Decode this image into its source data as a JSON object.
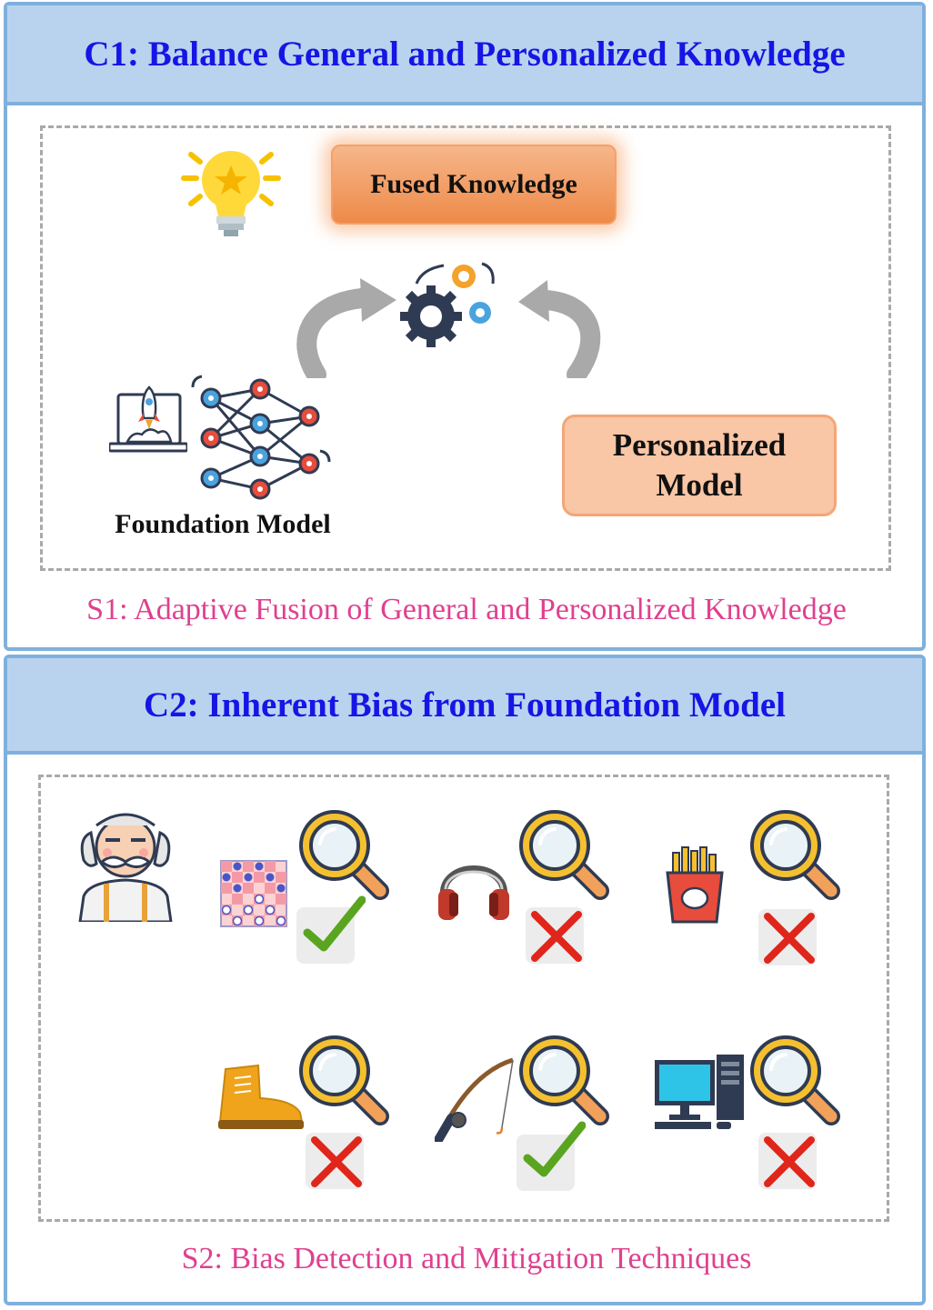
{
  "c1": {
    "title": "C1: Balance General and Personalized Knowledge",
    "fused_label": "Fused Knowledge",
    "personalized_line1": "Personalized",
    "personalized_line2": "Model",
    "foundation_label": "Foundation Model",
    "solution": "S1: Adaptive Fusion of General and Personalized Knowledge"
  },
  "c2": {
    "title": "C2: Inherent Bias from Foundation Model",
    "solution": "S2: Bias Detection and Mitigation Techniques",
    "items": [
      {
        "icon": "chess-board-icon",
        "result": "check"
      },
      {
        "icon": "headphones-icon",
        "result": "cross"
      },
      {
        "icon": "french-fries-icon",
        "result": "cross"
      },
      {
        "icon": "boot-icon",
        "result": "cross"
      },
      {
        "icon": "fishing-rod-icon",
        "result": "check"
      },
      {
        "icon": "desktop-computer-icon",
        "result": "cross"
      }
    ]
  },
  "colors": {
    "title_blue": "#1515e6",
    "solution_pink": "#e0408f",
    "header_fill": "#b9d3ee",
    "check_green": "#5aa520",
    "cross_red": "#e0261b"
  }
}
